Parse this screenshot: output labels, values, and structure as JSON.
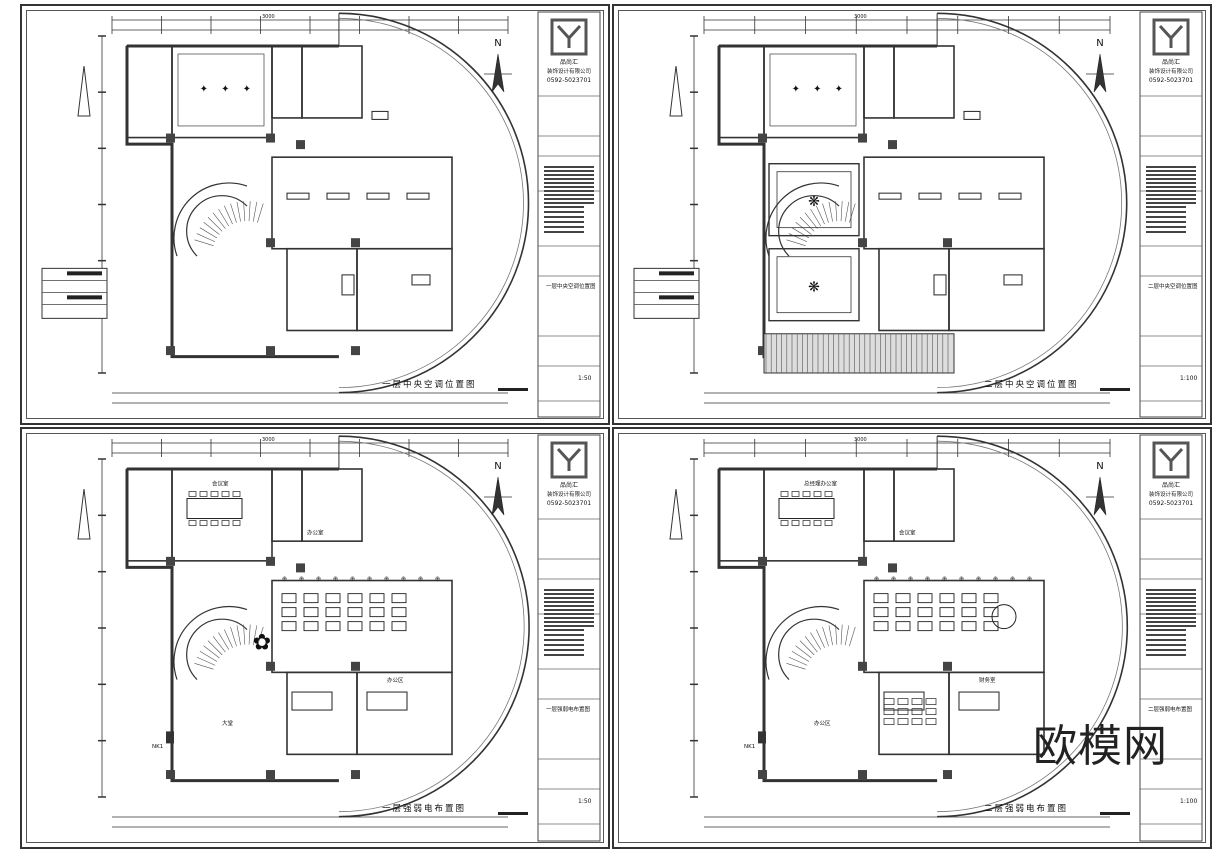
{
  "company": {
    "logo_mark": "Y",
    "name_line1": "品尚汇",
    "name_line2": "装饰设计有限公司",
    "phone": "0592-5023701"
  },
  "north_label": "N",
  "watermark": "欧模网",
  "sheets": [
    {
      "title": "一层中央空调位置图",
      "side_title": "一层中央空调位置图",
      "scale": "1:50",
      "level": 1,
      "kind": "hvac"
    },
    {
      "title": "二层中央空调位置图",
      "side_title": "二层中央空调位置图",
      "scale": "1:100",
      "level": 2,
      "kind": "hvac"
    },
    {
      "title": "一层强弱电布置图",
      "side_title": "一层强弱电布置图",
      "scale": "1:50",
      "level": 1,
      "kind": "electrical"
    },
    {
      "title": "二层强弱电布置图",
      "side_title": "二层强弱电布置图",
      "scale": "1:100",
      "level": 2,
      "kind": "electrical"
    }
  ],
  "room_labels": {
    "sheet3": [
      "办公室",
      "大堂",
      "会议室",
      "办公区"
    ],
    "sheet4": [
      "会议室",
      "办公区",
      "总经理办公室",
      "财务室"
    ]
  },
  "panel_label": "NK1",
  "dim_sample": "3000"
}
